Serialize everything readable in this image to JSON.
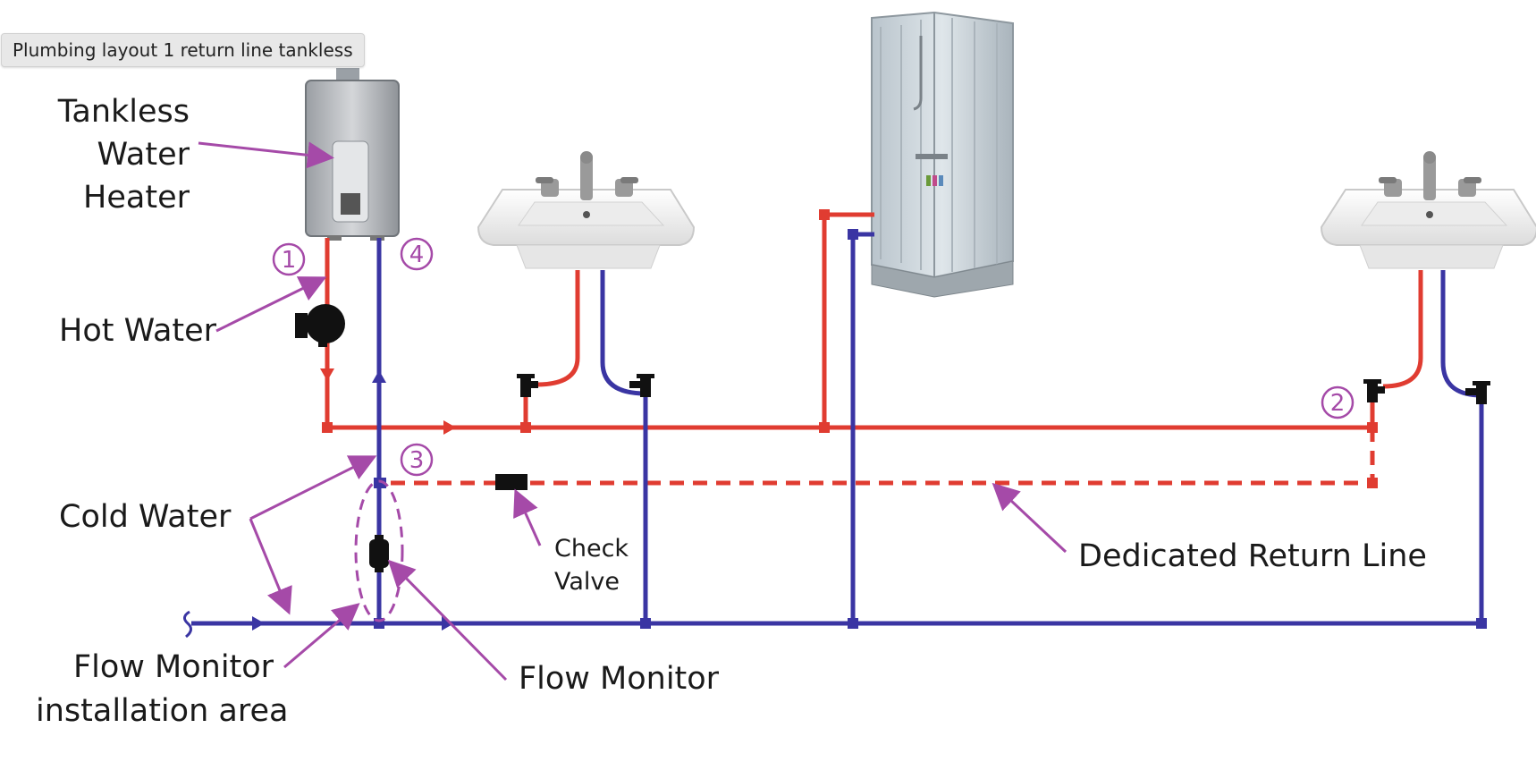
{
  "tooltip": "Plumbing layout 1 return line tankless",
  "labels": {
    "heater_line1": "Tankless",
    "heater_line2": "Water",
    "heater_line3": "Heater",
    "hot_water": "Hot Water",
    "cold_water": "Cold Water",
    "flow_monitor_area_line1": "Flow Monitor",
    "flow_monitor_area_line2": "installation area",
    "flow_monitor": "Flow Monitor",
    "check_valve_line1": "Check",
    "check_valve_line2": "Valve",
    "return_line": "Dedicated Return Line"
  },
  "callouts": {
    "n1": "1",
    "n2": "2",
    "n3": "3",
    "n4": "4"
  },
  "colors": {
    "hot": "#e03c31",
    "cold": "#3a35a3",
    "annotation": "#a54aa8"
  }
}
